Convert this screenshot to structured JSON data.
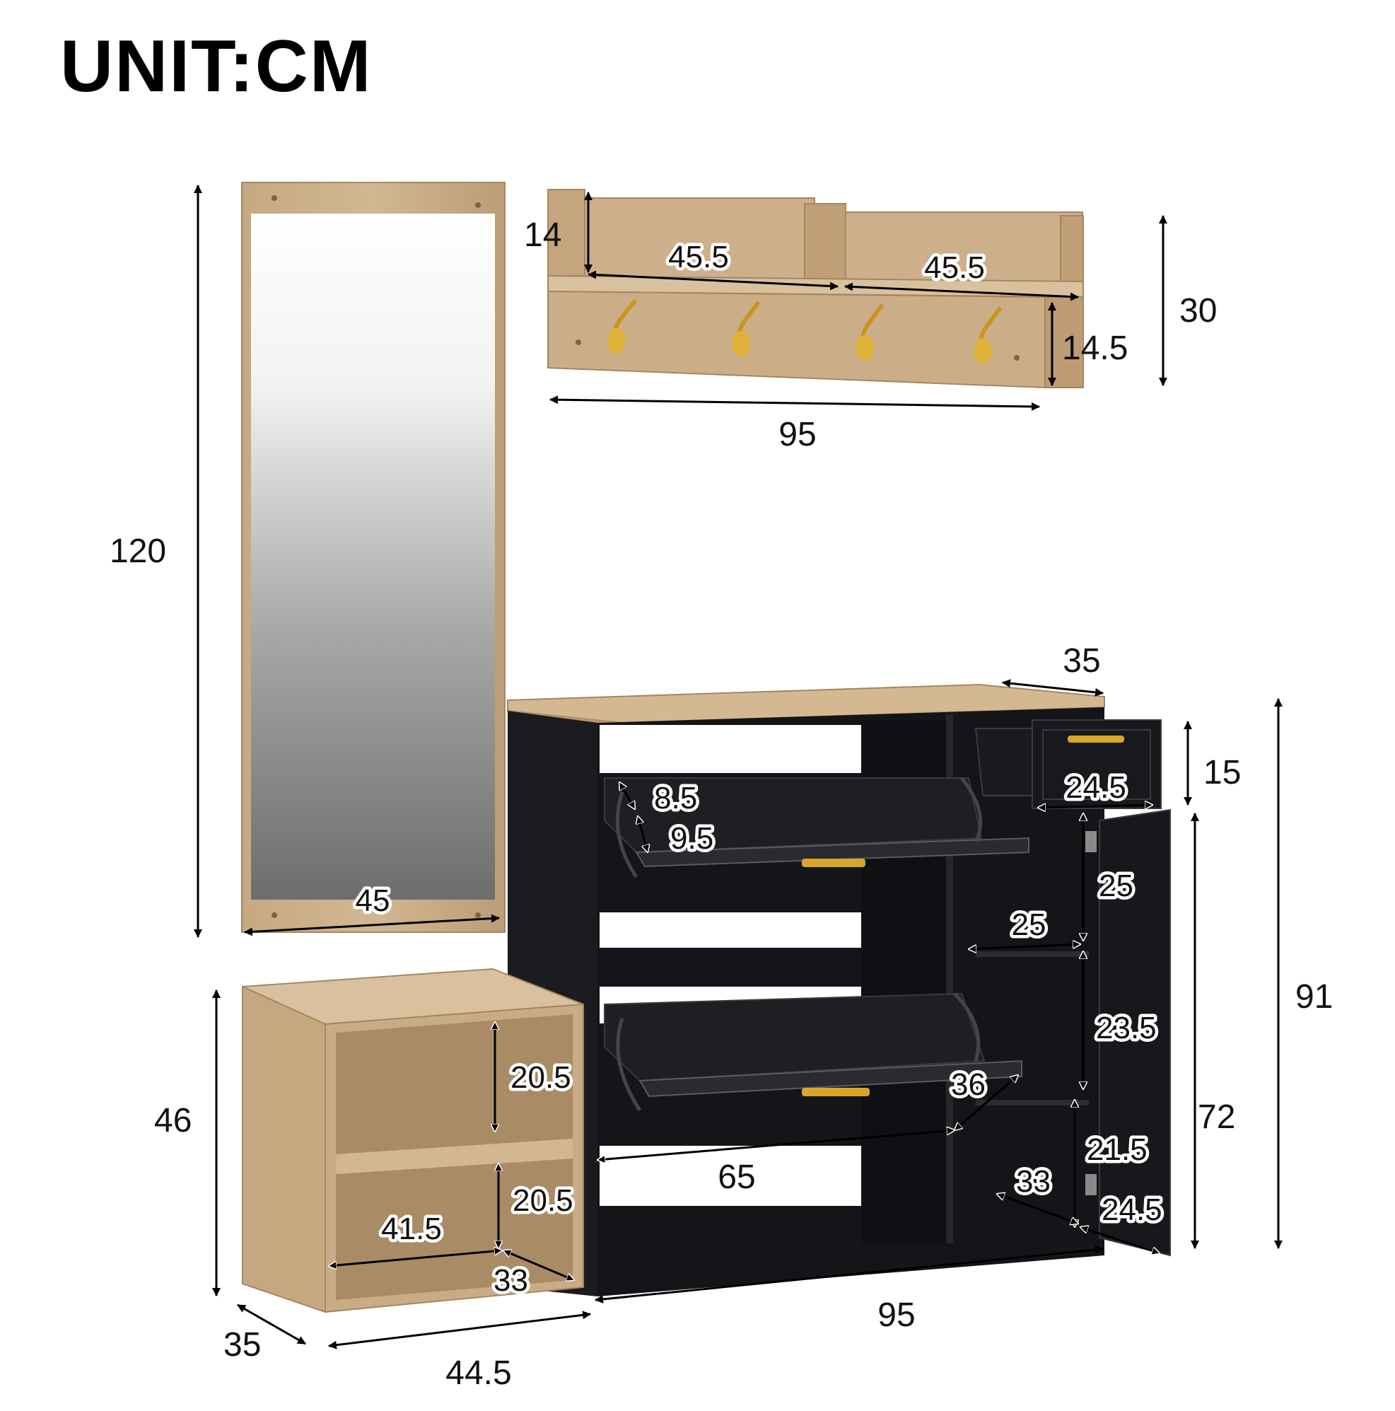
{
  "unit_title": "UNIT:CM",
  "colors": {
    "wood": "#c9ac86",
    "wood_dark": "#b39472",
    "black_cabinet": "#141518",
    "gold": "#d9a62a",
    "arrow": "#000000"
  },
  "dimensions": {
    "mirror_height": "120",
    "mirror_width": "45",
    "shelf_depth": "14",
    "shelf_left_width": "45.5",
    "shelf_right_width": "45.5",
    "shelf_total_height": "30",
    "shelf_hook_height": "14.5",
    "shelf_total_width": "95",
    "cabinet_top_depth": "35",
    "drawer_height": "15",
    "drawer_width": "24.5",
    "flap_upper": "8.5",
    "flap_lower": "9.5",
    "compartment_height_1": "25",
    "compartment_width": "25",
    "compartment_height_2": "23.5",
    "flap_depth": "36",
    "compartment_height_3": "21.5",
    "inner_depth": "33",
    "door_width": "24.5",
    "door_height": "72",
    "cabinet_height": "91",
    "shoe_rack_width": "65",
    "cabinet_width": "95",
    "bench_height": "46",
    "bench_shelf_upper": "20.5",
    "bench_shelf_lower": "20.5",
    "bench_inner_width": "41.5",
    "bench_inner_depth": "33",
    "bench_depth": "35",
    "bench_width": "44.5"
  }
}
